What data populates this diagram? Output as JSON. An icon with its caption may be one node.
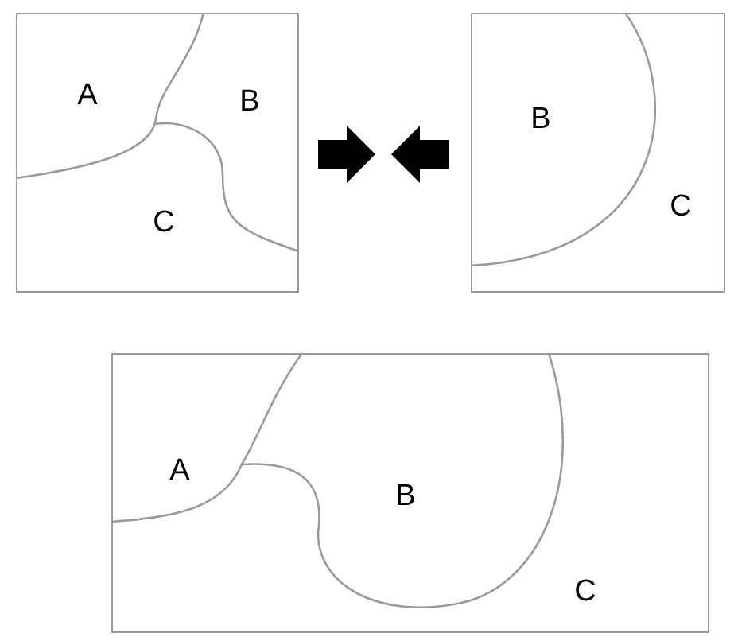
{
  "diagram": {
    "nodes": [
      {
        "text": [],
        "shape": "box"
      },
      {
        "text": [],
        "shape": "box"
      },
      {
        "text": [],
        "shape": "box"
      }
    ],
    "labels": [
      "A",
      "B",
      "C",
      "B",
      "C",
      "A",
      "B",
      "C"
    ]
  }
}
